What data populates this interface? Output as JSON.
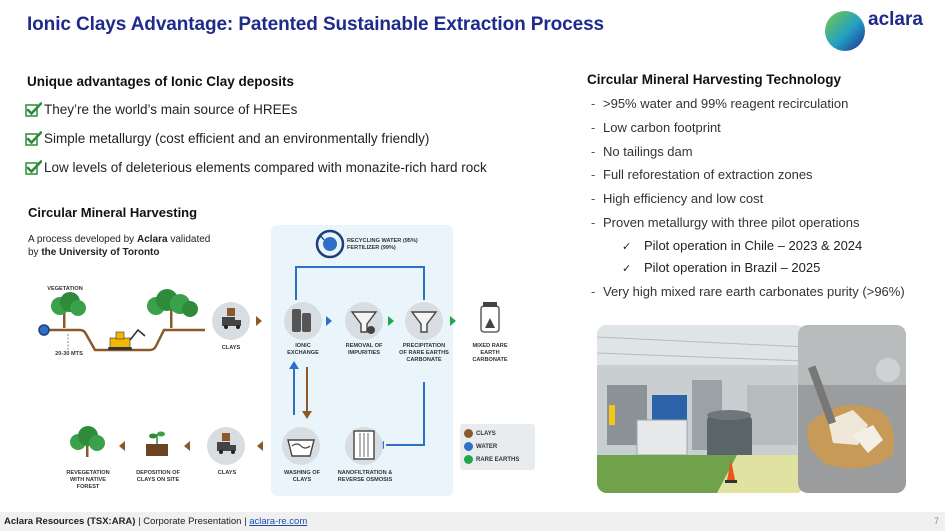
{
  "title": "Ionic Clays Advantage: Patented Sustainable Extraction Process",
  "logo_text": "aclara",
  "left": {
    "heading": "Unique advantages of Ionic Clay deposits",
    "advantages": [
      "They’re the world’s main source of HREEs",
      "Simple metallurgy (cost efficient and an environmentally friendly)",
      "Low levels of deleterious elements compared with monazite-rich hard rock"
    ],
    "cmh_title": "Circular Mineral Harvesting",
    "desc_1": "A process developed by ",
    "desc_bold_1": "Aclara",
    "desc_2": " validated",
    "desc_3": "by ",
    "desc_bold_2": "the University of Toronto"
  },
  "diagram": {
    "vegetation": "VEGETATION",
    "depth": "20-30 MTS",
    "recycling_1": "RECYCLING WATER (95%)",
    "recycling_2": "FERTILIZER (99%)",
    "clays_top": "CLAYS",
    "ionic_1": "IONIC",
    "ionic_2": "EXCHANGE",
    "removal_1": "REMOVAL OF",
    "removal_2": "IMPURITIES",
    "precip_1": "PRECIPITATION",
    "precip_2": "OF RARE EARTHS",
    "precip_3": "CARBONATE",
    "mixed_1": "MIXED RARE",
    "mixed_2": "EARTH",
    "mixed_3": "CARBONATE",
    "reveg_1": "REVEGETATION",
    "reveg_2": "WITH NATIVE",
    "reveg_3": "FOREST",
    "depo_1": "DEPOSITION OF",
    "depo_2": "CLAYS ON SITE",
    "clays_bottom": "CLAYS",
    "wash_1": "WASHING OF",
    "wash_2": "CLAYS",
    "nano_1": "NANOFILTRATION &",
    "nano_2": "REVERSE OSMOSIS",
    "legend": [
      {
        "label": "CLAYS",
        "color": "#8a5a2b"
      },
      {
        "label": "WATER",
        "color": "#2f6fc7"
      },
      {
        "label": "RARE EARTHS",
        "color": "#1ea84a"
      }
    ]
  },
  "right": {
    "heading": "Circular Mineral Harvesting Technology",
    "bullets": [
      ">95% water and 99% reagent recirculation",
      "Low carbon footprint",
      "No tailings dam",
      "Full reforestation of extraction zones",
      "High efficiency and low cost",
      "Proven metallurgy with three pilot operations"
    ],
    "sub_bullets": [
      "Pilot operation in Chile – 2023 & 2024",
      "Pilot operation in Brazil – 2025"
    ],
    "last_bullet": "Very high mixed rare earth carbonates purity (>96%)",
    "dash": "-",
    "tick": "✓"
  },
  "footer": {
    "company": "Aclara Resources (TSX:ARA)",
    "middle": " | Corporate Presentation | ",
    "link": "aclara-re.com",
    "page": "7"
  }
}
